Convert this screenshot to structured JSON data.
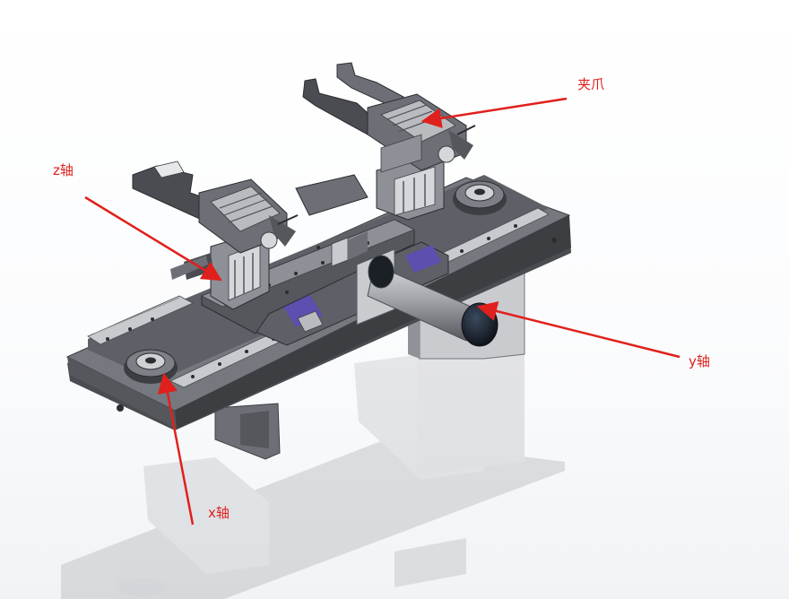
{
  "labels": {
    "gripper": "夹爪",
    "z_axis": "z轴",
    "y_axis": "y轴",
    "x_axis": "x轴"
  },
  "colors": {
    "annotation": "#e0201c",
    "metal_dark": "#3d3e42",
    "metal_mid": "#6f7177",
    "metal_light": "#b9bbbf",
    "rail": "#8d9096",
    "accent_purple": "#5b4fb0",
    "cylinder": "#9a9ca2",
    "cylinder_cap": "#14171c"
  }
}
